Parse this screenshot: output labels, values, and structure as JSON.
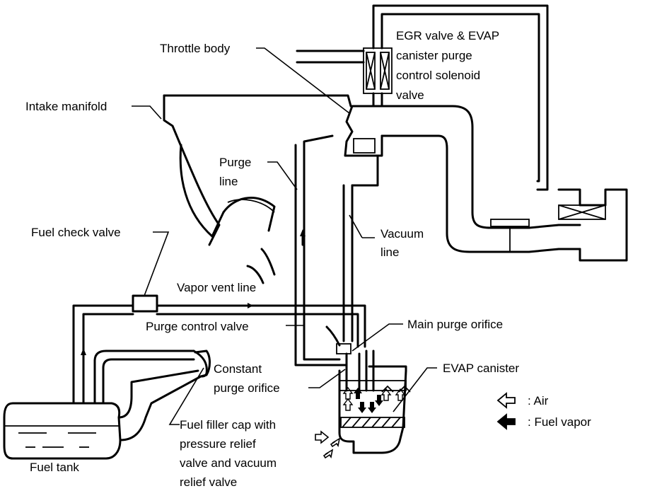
{
  "labels": {
    "throttle_body": "Throttle body",
    "egr_evap": [
      "EGR valve & EVAP",
      "canister purge",
      "control solenoid",
      "valve"
    ],
    "intake_manifold": "Intake manifold",
    "purge_line": [
      "Purge",
      "line"
    ],
    "vacuum_line": [
      "Vacuum",
      "line"
    ],
    "fuel_check_valve": "Fuel check valve",
    "vapor_vent_line": "Vapor vent line",
    "purge_control_valve": "Purge control valve",
    "main_purge_orifice": "Main purge orifice",
    "constant_purge_orifice": [
      "Constant",
      "purge orifice"
    ],
    "evap_canister": "EVAP canister",
    "fuel_tank": "Fuel tank",
    "fuel_filler_cap": [
      "Fuel filler cap with",
      "pressure relief",
      "valve and vacuum",
      "relief valve"
    ]
  },
  "legend": {
    "air": ": Air",
    "fuel_vapor": ": Fuel vapor"
  }
}
